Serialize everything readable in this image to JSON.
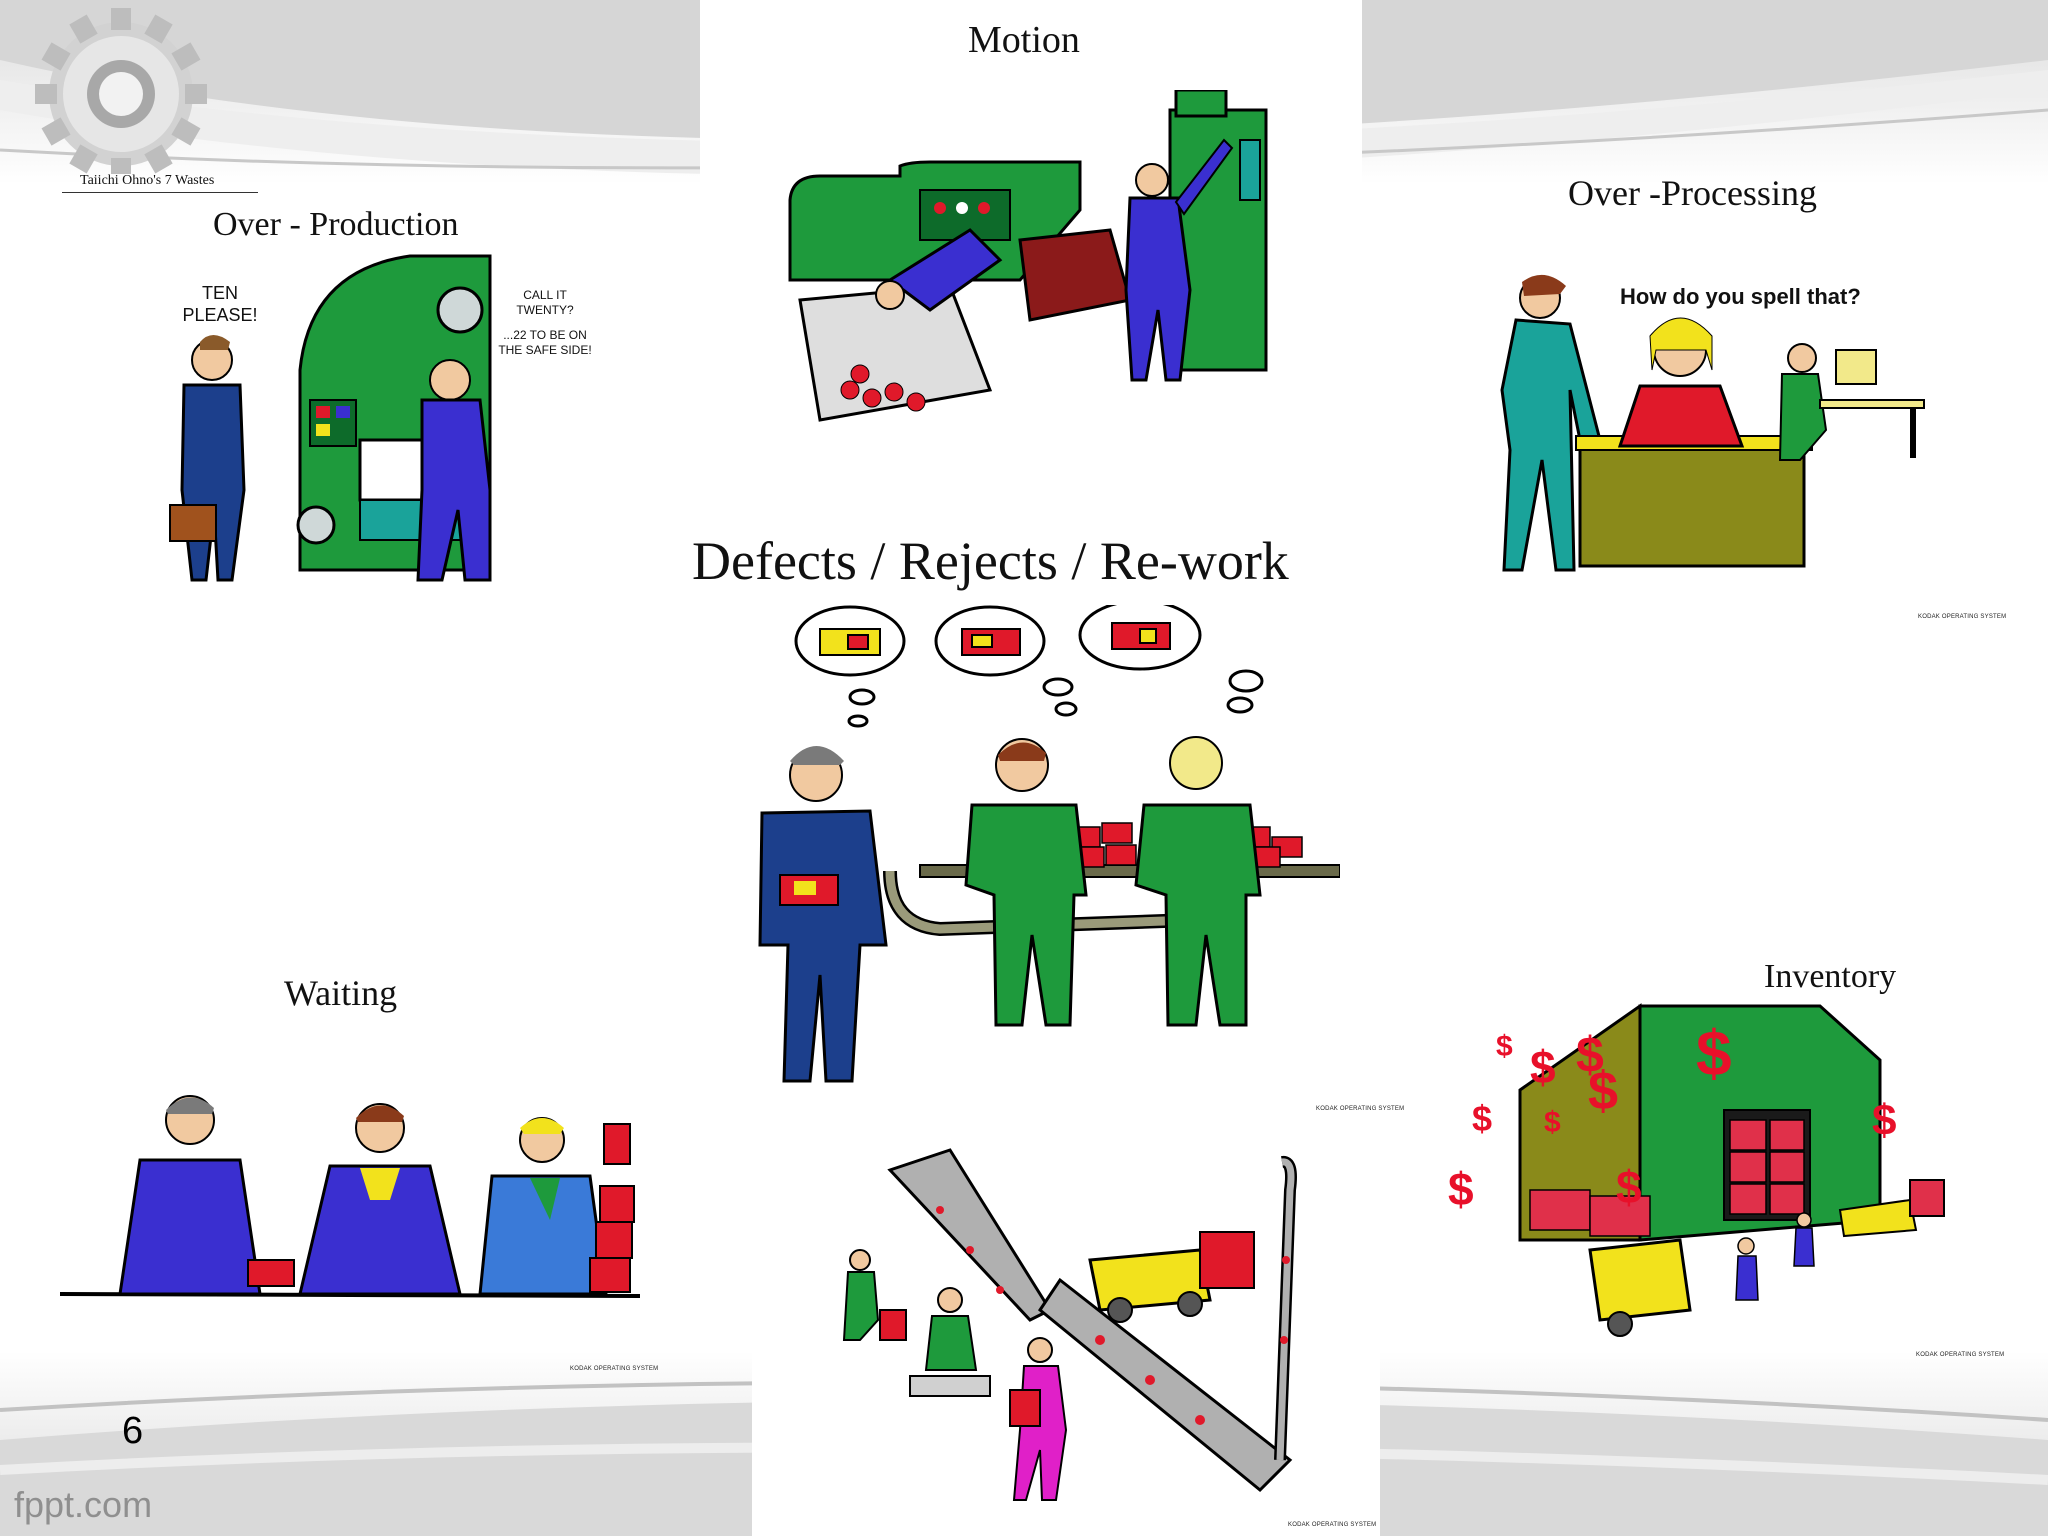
{
  "slide": {
    "header_caption": "Taiichi Ohno's 7 Wastes",
    "page_number": "6",
    "footer_brand": "fppt.com"
  },
  "sections": {
    "over_production": {
      "title": "Over - Production",
      "bubble_left": "TEN PLEASE!",
      "bubble_right_1": "CALL IT TWENTY?",
      "bubble_right_2": "...22 TO BE ON THE SAFE SIDE!"
    },
    "motion": {
      "title": "Motion"
    },
    "over_processing": {
      "title": "Over -Processing",
      "bubble": "How do you spell that?",
      "credit": "KODAK OPERATING SYSTEM"
    },
    "defects": {
      "title": "Defects / Rejects / Re-work",
      "credit": "KODAK OPERATING SYSTEM"
    },
    "waiting": {
      "title": "Waiting",
      "credit": "KODAK OPERATING SYSTEM"
    },
    "transportation": {
      "credit": "KODAK OPERATING SYSTEM"
    },
    "inventory": {
      "title": "Inventory",
      "credit": "KODAK OPERATING SYSTEM"
    }
  },
  "colors": {
    "gear": "#c9c9c9",
    "machine_green": "#1e9a3c",
    "worker_blue": "#3a2fd0",
    "suit_navy": "#1c3f8c",
    "reject_red": "#e0192a",
    "highlight_yellow": "#f2e21c",
    "warehouse_olive": "#8a8a1a",
    "dollar_red": "#e8102a"
  }
}
